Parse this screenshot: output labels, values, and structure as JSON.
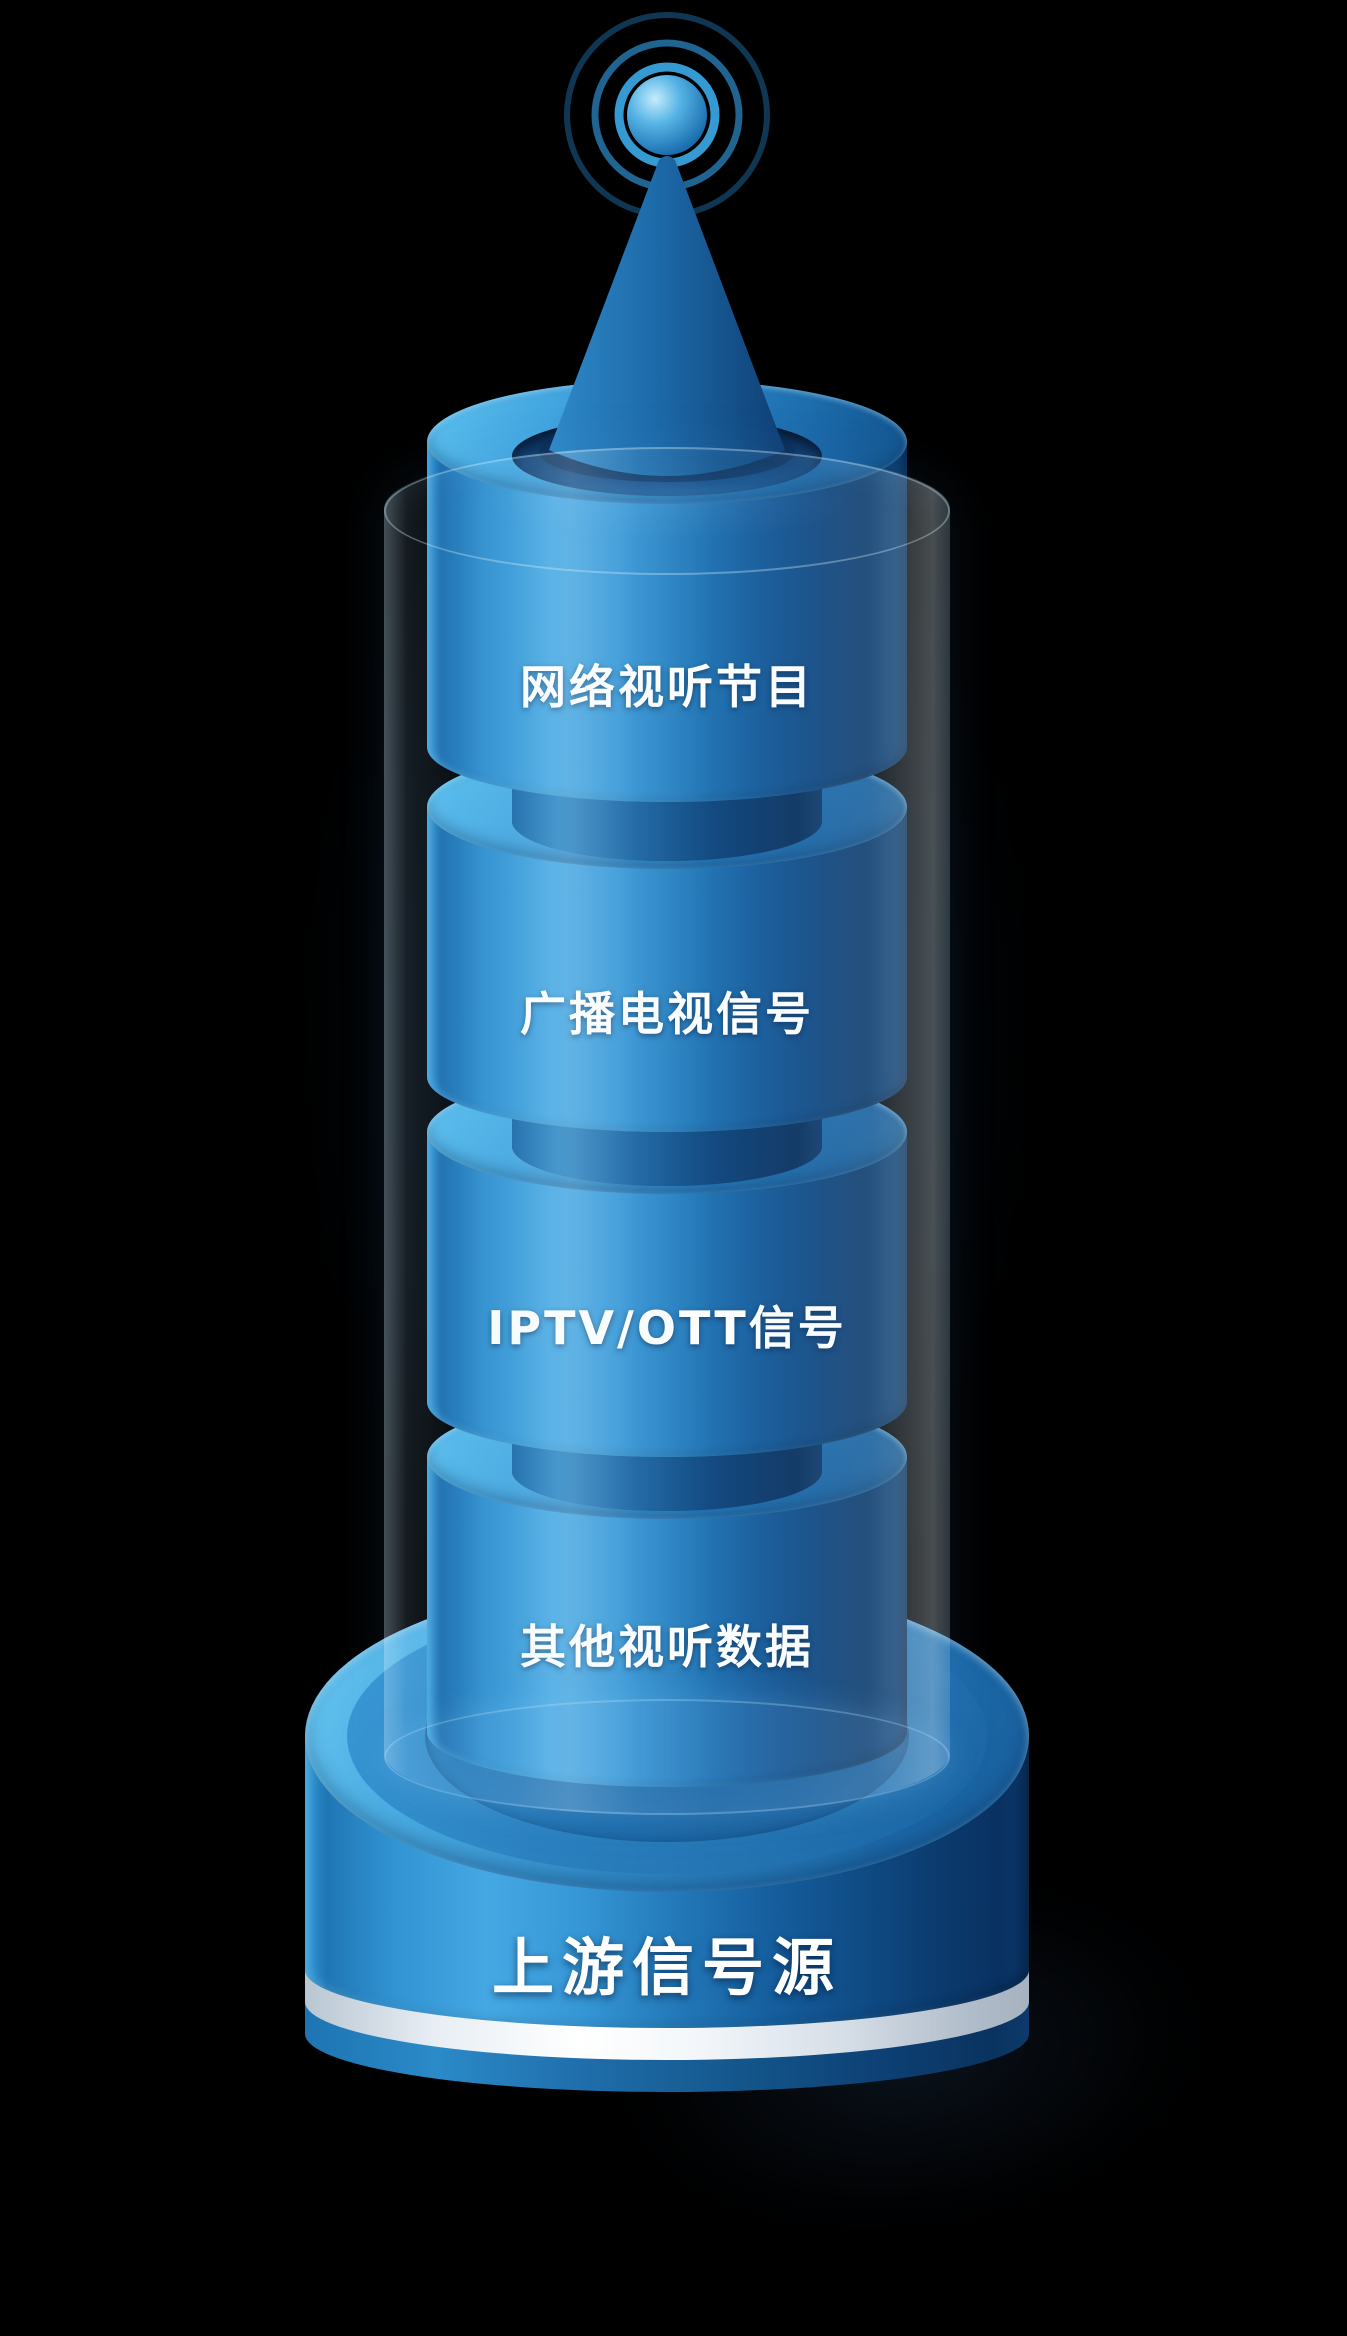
{
  "colors": {
    "background": "#000000",
    "cylinder_bright_blue": "#41a6e2",
    "cylinder_deep_blue": "#0d3f74",
    "highlight_cyan": "#5ec3f0",
    "band_white": "#ffffff",
    "label_text": "#ffffff"
  },
  "icons": {
    "top": "signal-antenna-icon"
  },
  "diagram": {
    "sections": [
      {
        "label": "网络视听节目"
      },
      {
        "label": "广播电视信号"
      },
      {
        "label": "IPTV/OTT信号"
      },
      {
        "label": "其他视听数据"
      }
    ],
    "base": {
      "label": "上游信号源"
    }
  }
}
